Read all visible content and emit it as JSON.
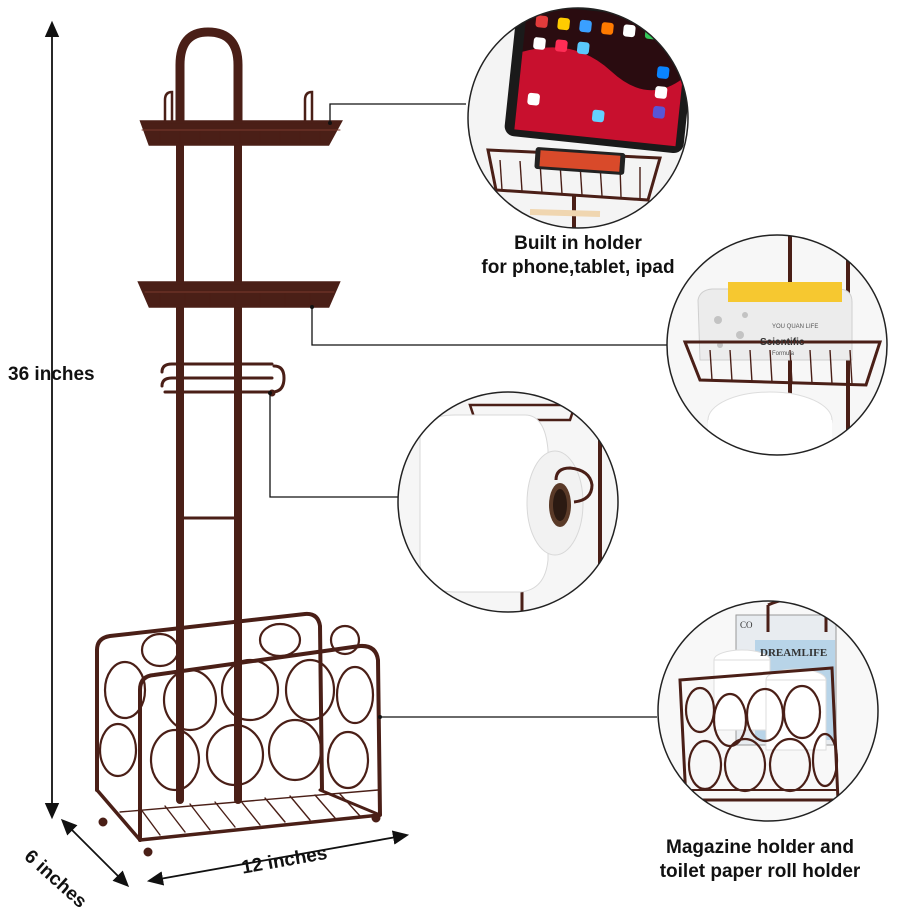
{
  "dimensions": {
    "height": "36 inches",
    "depth": "6 inches",
    "width": "12 inches"
  },
  "callouts": {
    "phone_holder": {
      "line1": "Built in holder",
      "line2": "for phone,tablet, ipad"
    },
    "magazine_holder": {
      "line1": "Magazine holder and",
      "line2": "toilet paper roll holder"
    }
  },
  "product_labels": {
    "wipes_line1": "YOU QUAN LIFE",
    "wipes_brand": "Scientific",
    "wipes_sub": "Formula",
    "magazine_title": "DREAMLIFE",
    "magazine_edge": "CO"
  },
  "colors": {
    "bronze": "#4a1f17",
    "bronze_light": "#6b3024",
    "tablet_screen": "#c8102e",
    "lid_yellow": "#f6c830"
  }
}
